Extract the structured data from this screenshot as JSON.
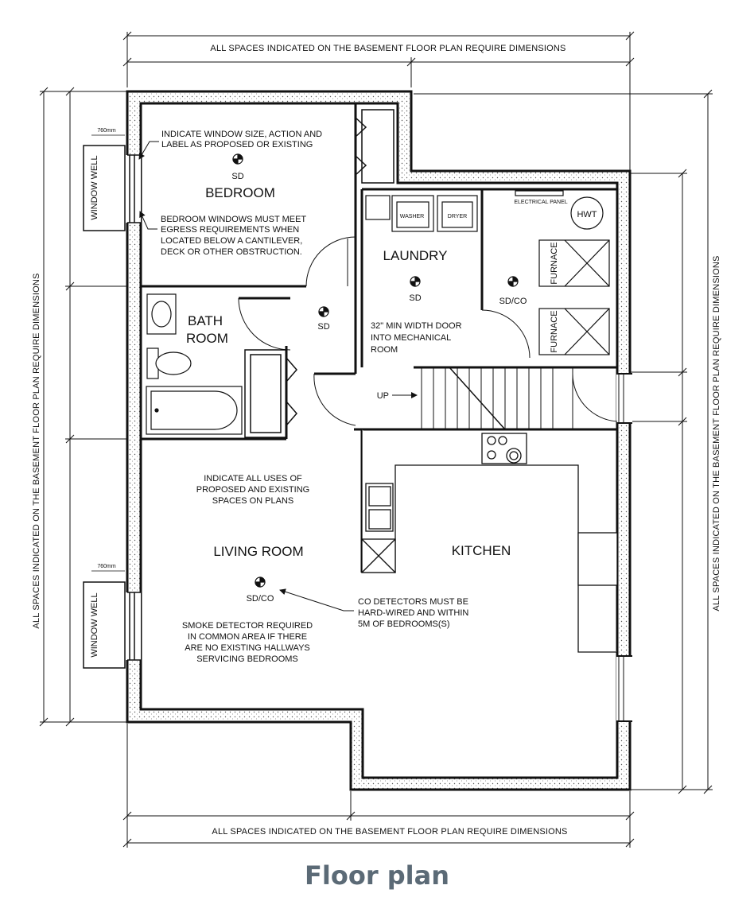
{
  "caption": "Floor plan",
  "dimensions": {
    "top": "ALL SPACES INDICATED ON THE BASEMENT FLOOR PLAN REQUIRE DIMENSIONS",
    "bottom": "ALL SPACES INDICATED ON THE BASEMENT FLOOR PLAN REQUIRE DIMENSIONS",
    "left": "ALL SPACES INDICATED ON THE BASEMENT FLOOR PLAN REQUIRE DIMENSIONS",
    "right": "ALL SPACES INDICATED ON THE BASEMENT FLOOR PLAN REQUIRE DIMENSIONS"
  },
  "rooms": {
    "bedroom": "BEDROOM",
    "bath_1": "BATH",
    "bath_2": "ROOM",
    "laundry": "LAUNDRY",
    "living_room": "LIVING ROOM",
    "kitchen": "KITCHEN"
  },
  "fixtures": {
    "washer": "WASHER",
    "dryer": "DRYER",
    "electrical_panel": "ELECTRICAL PANEL",
    "hwt": "HWT",
    "furnace_1": "FURNACE",
    "furnace_2": "FURNACE",
    "window_well_1": "WINDOW WELL",
    "window_well_2": "WINDOW WELL",
    "window_size_1": "760mm",
    "window_size_2": "760mm",
    "up": "UP"
  },
  "detectors": {
    "bedroom": "SD",
    "hall": "SD",
    "laundry": "SD",
    "mechanical": "SD/CO",
    "living": "SD/CO"
  },
  "notes": {
    "window_label": [
      "INDICATE WINDOW SIZE, ACTION AND",
      "LABEL AS PROPOSED OR EXISTING"
    ],
    "egress": [
      "BEDROOM WINDOWS MUST MEET",
      "EGRESS REQUIREMENTS WHEN",
      "LOCATED BELOW A CANTILEVER,",
      "DECK OR OTHER OBSTRUCTION."
    ],
    "mech_door": [
      "32\" MIN WIDTH DOOR",
      "INTO MECHANICAL",
      "ROOM"
    ],
    "uses": [
      "INDICATE ALL USES OF",
      "PROPOSED AND EXISTING",
      "SPACES ON PLANS"
    ],
    "smoke": [
      "SMOKE DETECTOR REQUIRED",
      "IN COMMON AREA IF THERE",
      "ARE NO EXISTING HALLWAYS",
      "SERVICING BEDROOMS"
    ],
    "co": [
      "CO DETECTORS MUST BE",
      "HARD-WIRED AND WITHIN",
      "5M OF BEDROOMS(S)"
    ]
  }
}
